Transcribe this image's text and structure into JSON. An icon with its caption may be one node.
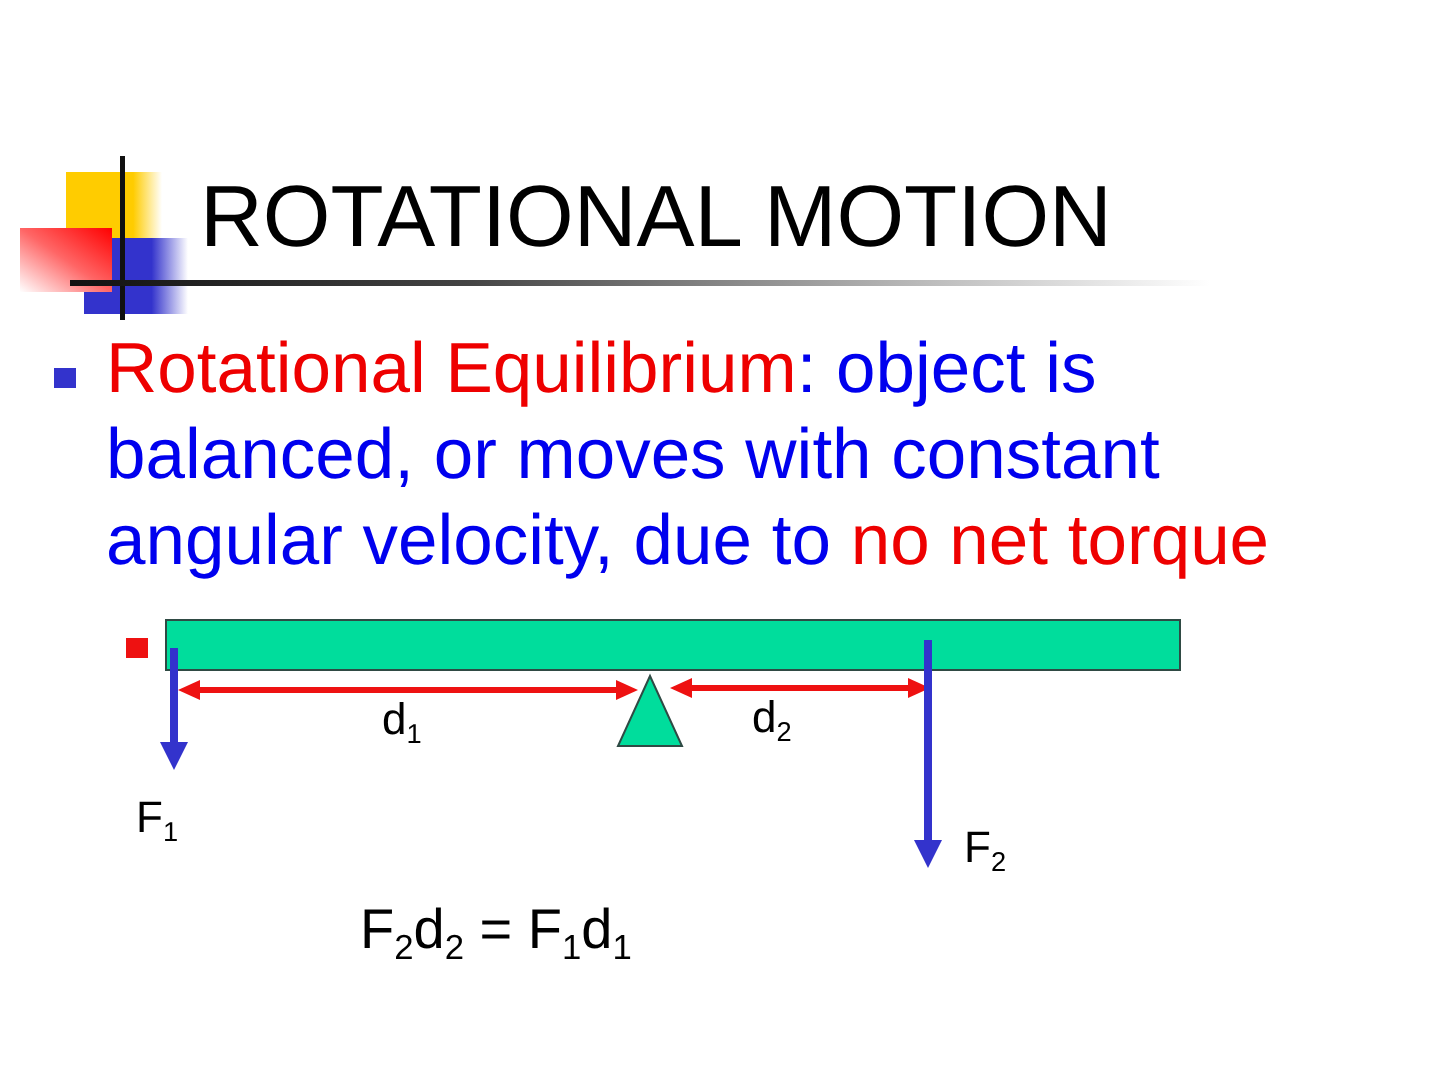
{
  "diagram": {
    "title": "ROTATIONAL MOTION",
    "labels": [
      "**Rotational Equilibrium**: object is balanced, or moves with constant angular velocity, due to **no net torque**",
      "d$_{1}$",
      "d$_{2}$",
      "F$_{1}$",
      "F$_{2}$",
      "F$_{2}$d$_{2}$ = F$_{1}$d$_{1}$"
    ]
  }
}
